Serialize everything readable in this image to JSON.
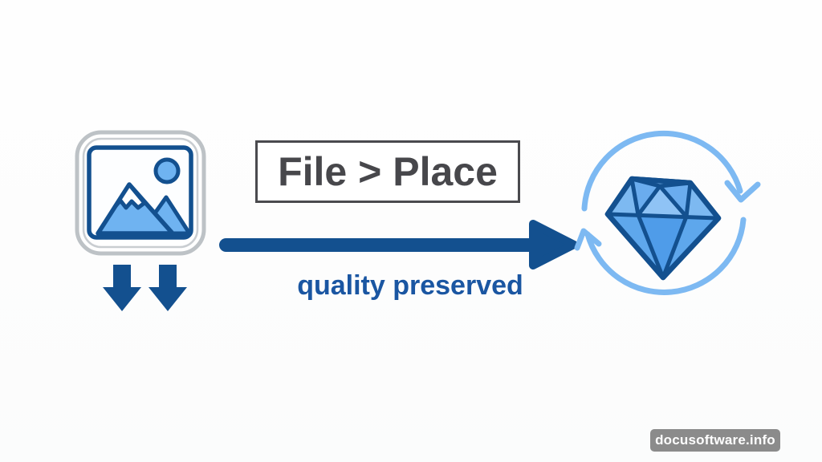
{
  "scene": {
    "flow_label": "File > Place",
    "caption": "quality preserved",
    "watermark": "docusoftware.info",
    "icons": {
      "left": "image-file-icon",
      "below_left": "double-down-arrows-icon",
      "flow": "right-arrow-icon",
      "right": "diamond-icon",
      "around_right": "circular-sync-arrows-icon"
    }
  },
  "colors": {
    "background": "#fdfdfd",
    "navy": "#13508f",
    "blue_fill": "#6fb3f1",
    "sky_arrow": "#7db9f2",
    "frame_gray": "#bdc2c6",
    "frame_gray_inner": "#c9cdd1",
    "box_border": "#4a4a4e",
    "box_text": "#47474b",
    "caption_blue": "#1a56a2",
    "watermark_bg": "#8b8b8b",
    "watermark_text": "#ffffff",
    "facet_light": "#8fc3f5",
    "facet_mid": "#7db9f1",
    "facet_dark": "#5aa3ea"
  }
}
